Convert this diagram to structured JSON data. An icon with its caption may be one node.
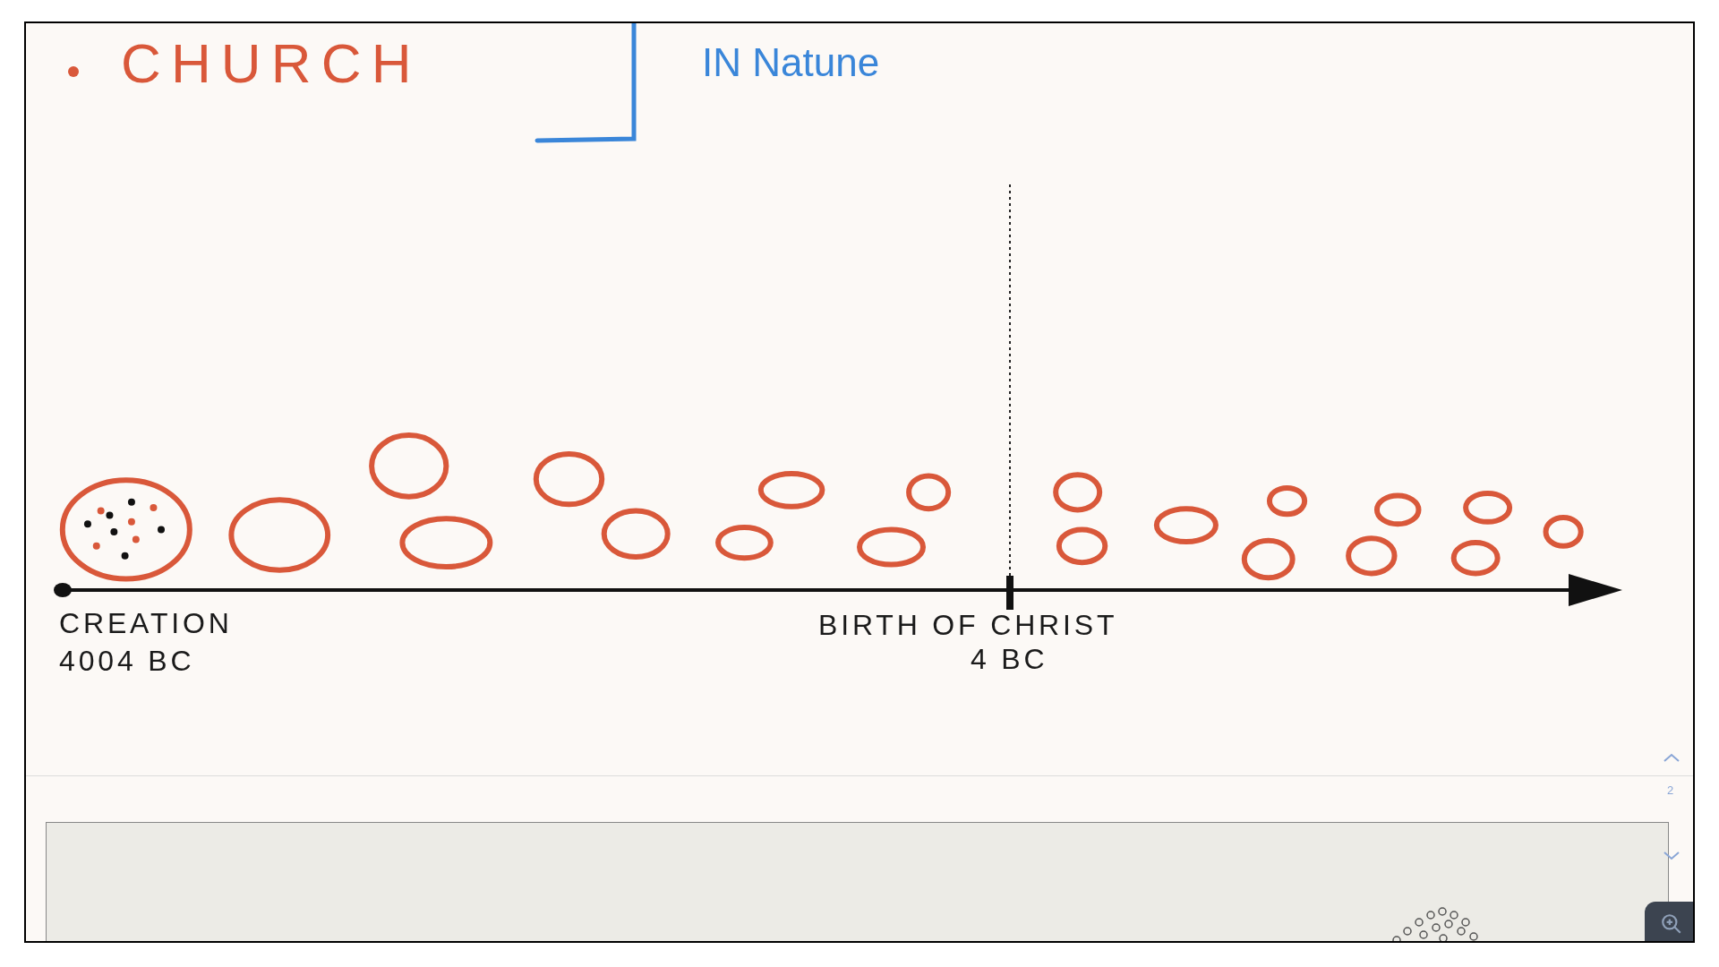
{
  "diagram": {
    "labels": [
      "CHURCH",
      "IN Natune",
      "CREATION",
      "4004 BC",
      "BIRTH OF CHRIST",
      "4 BC",
      "2"
    ]
  }
}
